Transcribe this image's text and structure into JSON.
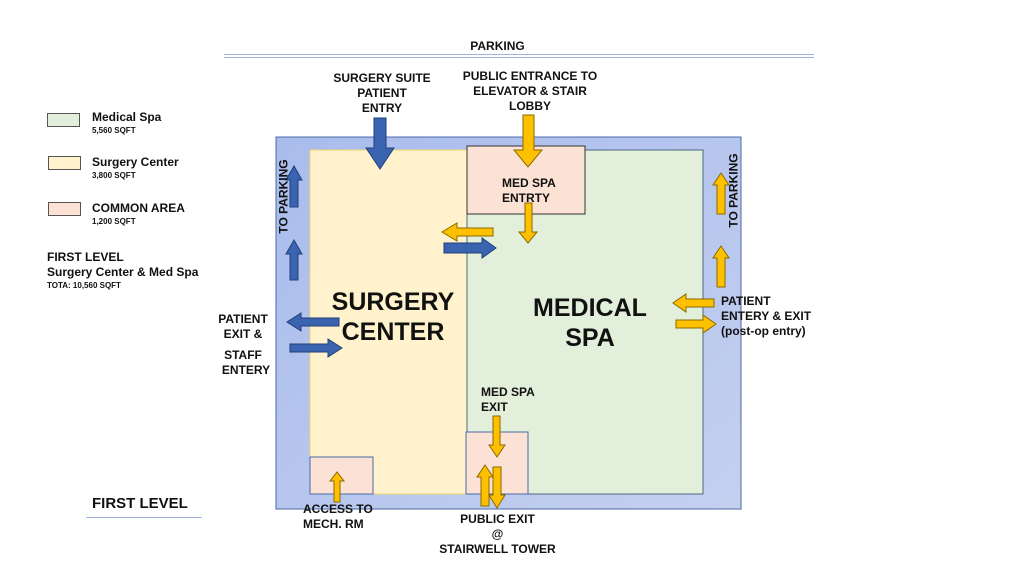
{
  "top": {
    "parking_label": "PARKING"
  },
  "legend": {
    "items": [
      {
        "name": "Medical Spa",
        "area": "5,560 SQFT",
        "color": "#e2efda"
      },
      {
        "name": "Surgery Center",
        "area": "3,800 SQFT",
        "color": "#fff2cc"
      },
      {
        "name": "COMMON AREA",
        "area": "1,200 SQFT",
        "color": "#fbe2d5"
      }
    ],
    "summary": {
      "title": "FIRST LEVEL",
      "subtitle": "Surgery Center & Med Spa",
      "total": "TOTA: 10,560 SQFT"
    }
  },
  "footer": {
    "level_label": "FIRST LEVEL"
  },
  "colors": {
    "building_border": "#b4c7e7",
    "surgery": "#fff2cc",
    "medspa": "#e2efda",
    "common": "#fbe2d5",
    "blue_arrow": "#2f5597",
    "yellow_arrow": "#ffc000"
  },
  "zones": {
    "surgery_center": "SURGERY CENTER",
    "surgery_center_line1": "SURGERY",
    "surgery_center_line2": "CENTER",
    "medical_spa_line1": "MEDICAL",
    "medical_spa_line2": "SPA",
    "med_spa_entry_line1": "MED SPA",
    "med_spa_entry_line2": "ENTRTY"
  },
  "labels": {
    "surgery_entry": [
      "SURGERY SUITE",
      "PATIENT",
      "ENTRY"
    ],
    "public_entrance": [
      "PUBLIC ENTRANCE TO",
      "ELEVATOR & STAIR",
      "LOBBY"
    ],
    "to_parking_left": "TO PARKING",
    "to_parking_right": "TO PARKING",
    "patient_exit": [
      "PATIENT",
      "EXIT &"
    ],
    "staff_entry": [
      "STAFF",
      "ENTERY"
    ],
    "patient_entry_exit": [
      "PATIENT",
      "ENTERY & EXIT",
      "(post-op entry)"
    ],
    "med_spa_exit": [
      "MED SPA",
      "EXIT"
    ],
    "access_mech": [
      "ACCESS TO",
      "MECH. RM"
    ],
    "public_exit": [
      "PUBLIC EXIT",
      "@",
      "STAIRWELL TOWER"
    ]
  }
}
